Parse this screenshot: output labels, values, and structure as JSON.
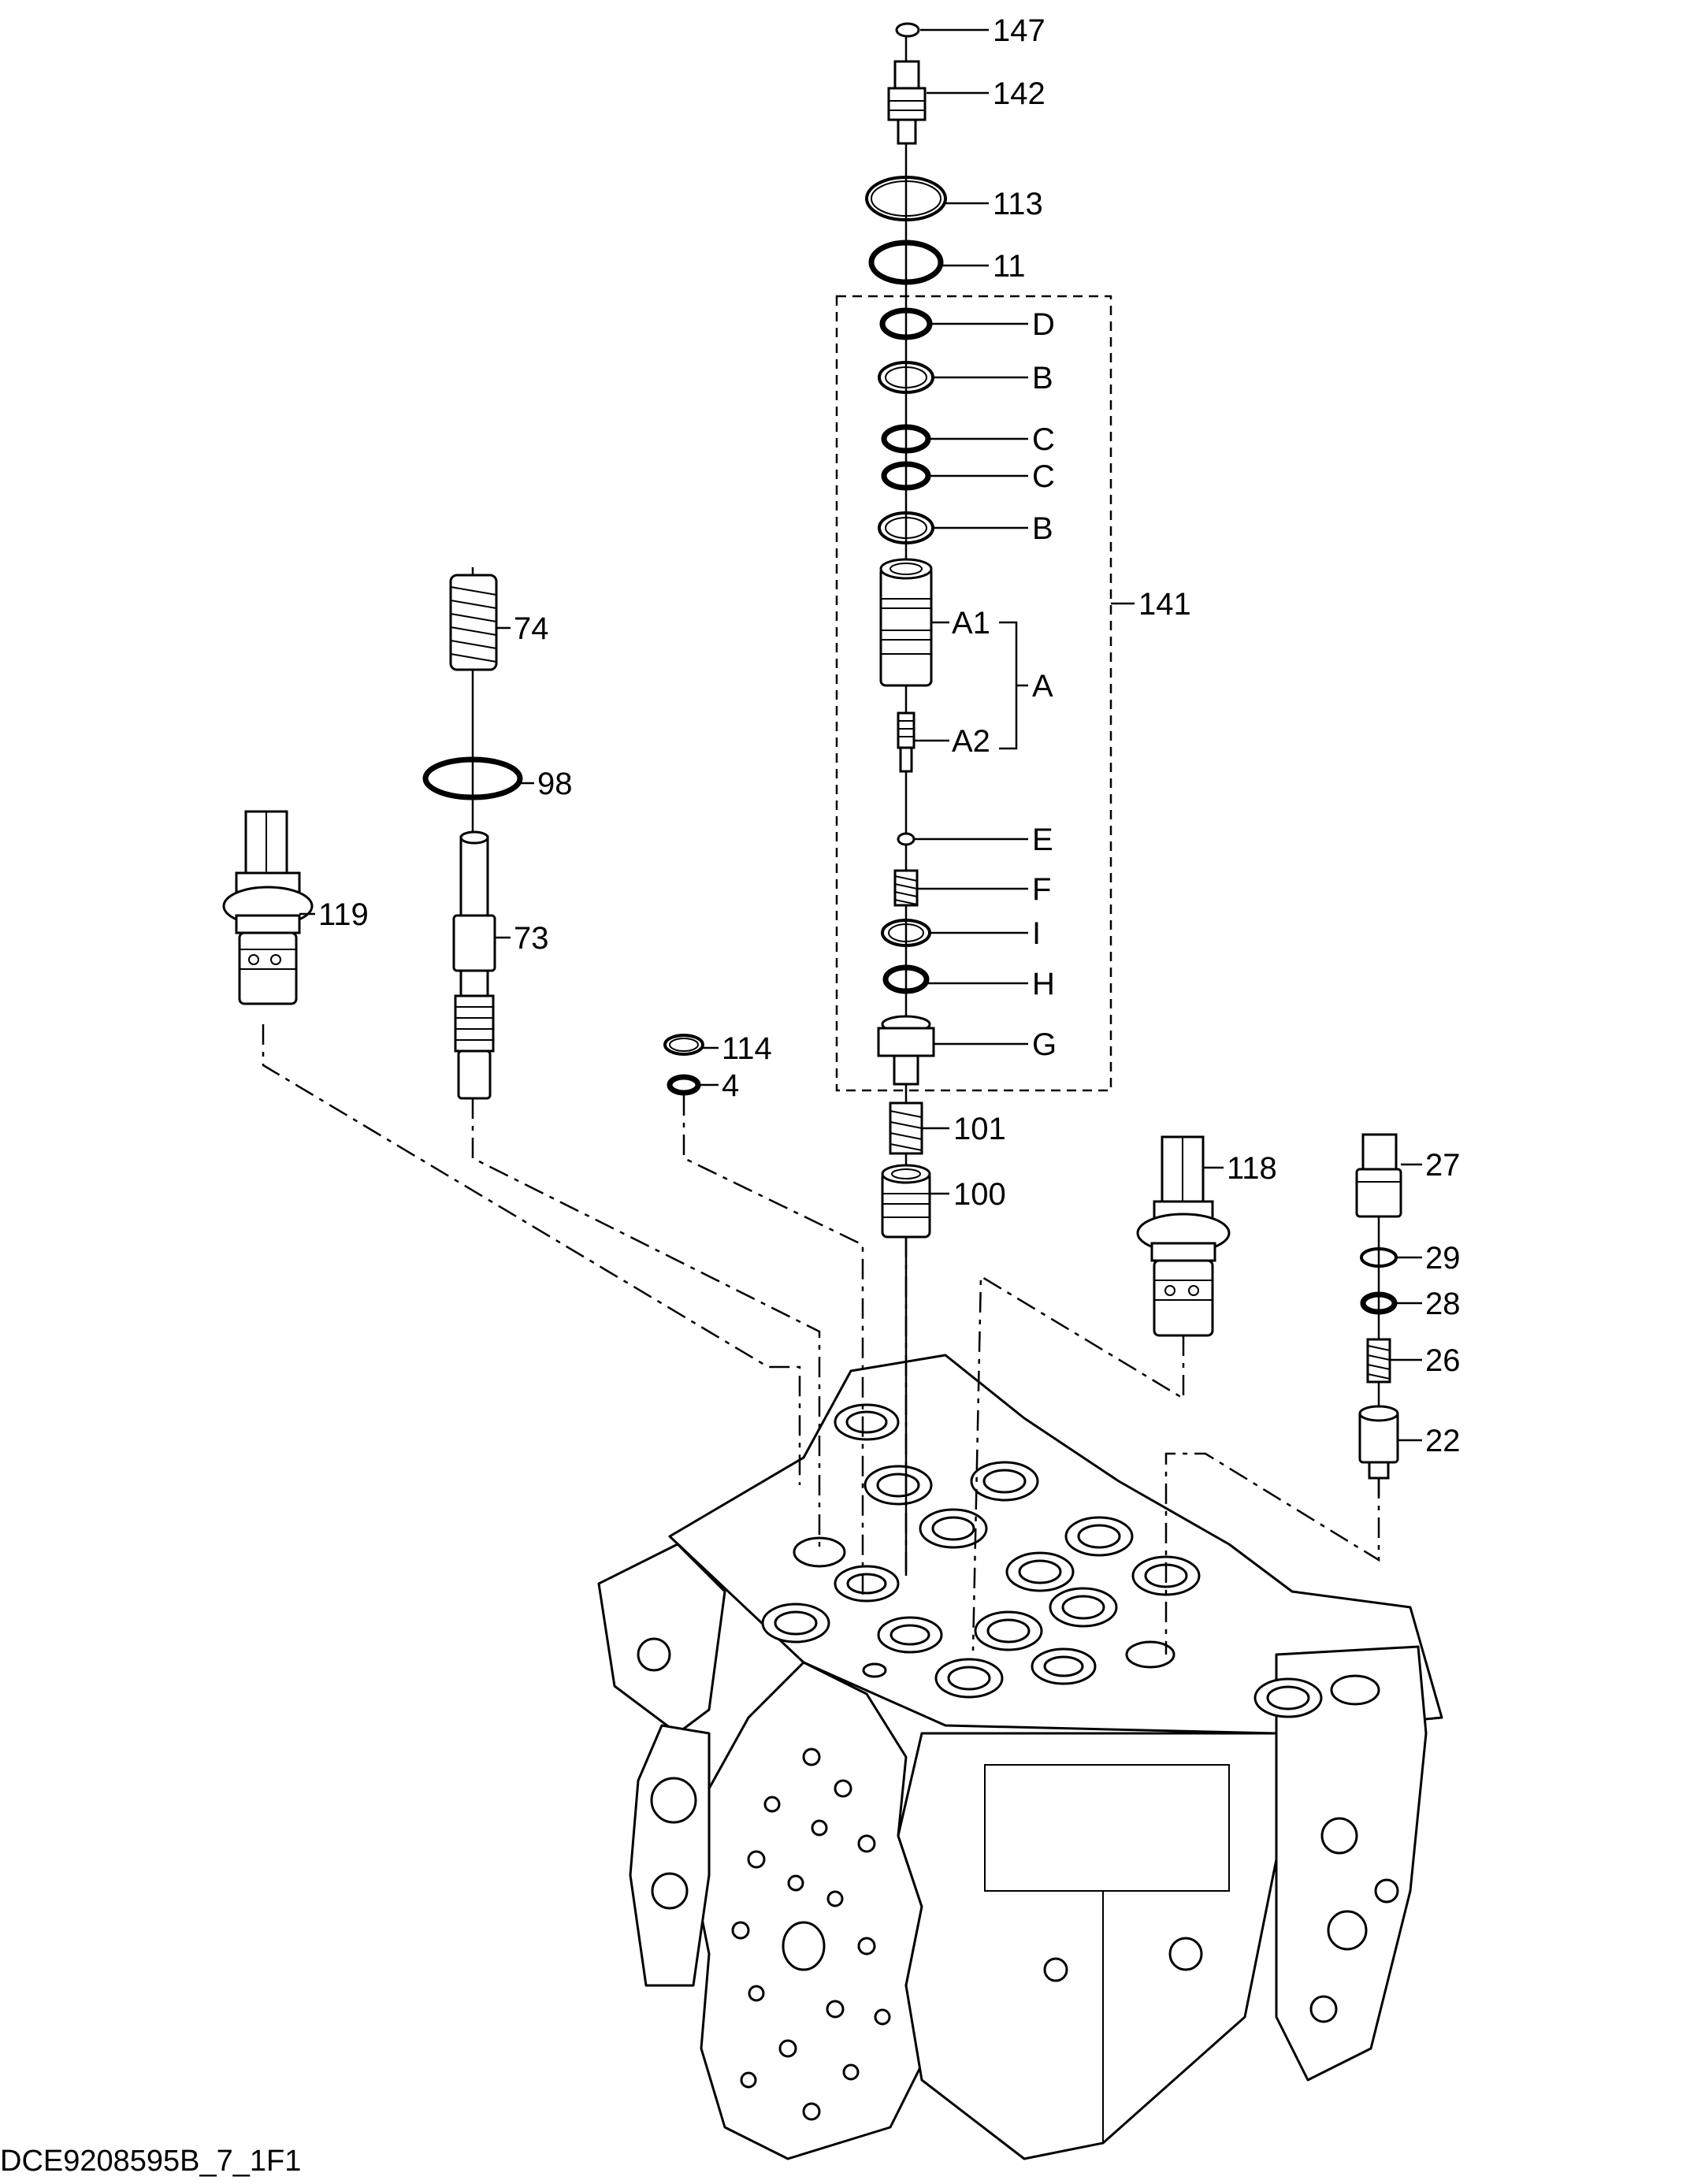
{
  "figure": {
    "drawing_id": "DCE9208595B_7_1F1"
  },
  "callouts": {
    "p147": "147",
    "p142": "142",
    "p113": "113",
    "p11": "11",
    "pD": "D",
    "pB1": "B",
    "pC1": "C",
    "pC2": "C",
    "pB2": "B",
    "p141": "141",
    "pA1": "A1",
    "pA": "A",
    "pA2": "A2",
    "pE": "E",
    "pF": "F",
    "pI": "I",
    "pH": "H",
    "pG": "G",
    "p74": "74",
    "p98": "98",
    "p119": "119",
    "p73": "73",
    "p114": "114",
    "p4": "4",
    "p101": "101",
    "p100": "100",
    "p118": "118",
    "p27": "27",
    "p29": "29",
    "p28": "28",
    "p26": "26",
    "p22": "22"
  }
}
